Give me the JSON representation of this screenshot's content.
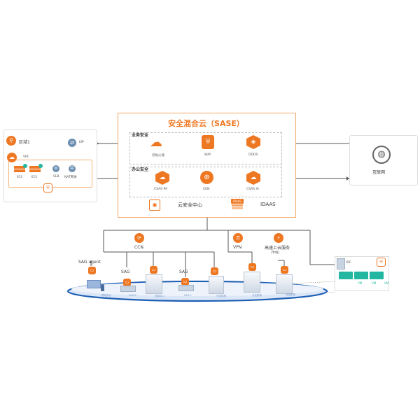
{
  "sase": {
    "title": "安全混合云（SASE）",
    "business": {
      "label": "业务安全",
      "items": [
        "云防火墙",
        "WAF",
        "DDOS"
      ]
    },
    "office": {
      "label": "办公安全",
      "items": [
        "CSAS PA",
        "CEN",
        "CSAS IA"
      ]
    },
    "footer": {
      "security_center": "云安全中心",
      "idaas_badge": "IDaaS",
      "idaas": "IDAAS"
    }
  },
  "left": {
    "region": "区域1",
    "vpc": "VPC",
    "ecs": [
      "ECS",
      "ECS"
    ],
    "slb": "SLB",
    "nat": "NAT网关",
    "eip": "EIP"
  },
  "right": {
    "internet": "互联网"
  },
  "bottom": {
    "ccn": "CCN",
    "vpn": "VPN",
    "express": [
      "高速上云服务",
      "（专线）"
    ],
    "sag_agent": "SAG agent",
    "sag1": "SAG",
    "sag2": "SAG",
    "idc": "IDC",
    "vm": [
      "VM",
      "VM",
      "VM"
    ],
    "site_labels": [
      "移动办公",
      "SAG-2",
      "总部中心",
      "SAG-1",
      "分支机构",
      "分支机构",
      "分支机构"
    ]
  },
  "colors": {
    "accent": "#ee7722",
    "line": "#555555",
    "cloud": "#1e5fb4",
    "vm": "#23b7a2"
  }
}
